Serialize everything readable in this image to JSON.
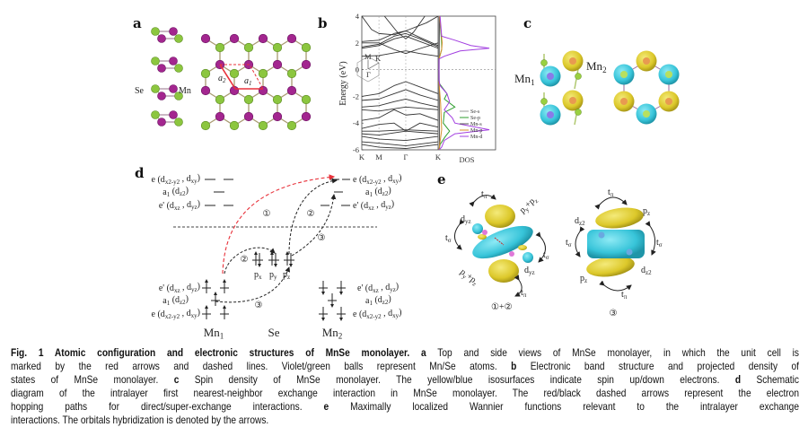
{
  "panels": {
    "a": {
      "label": "a",
      "side_labels": {
        "se": "Se",
        "mn": "Mn"
      },
      "vec_a1": {
        "base": "a",
        "sub": "1"
      },
      "vec_a2": {
        "base": "a",
        "sub": "2"
      },
      "colors": {
        "mn": "#a3268f",
        "se": "#8cc63f",
        "vector": "#e8313a"
      }
    },
    "b": {
      "label": "b",
      "inset": {
        "M": "M",
        "K": "K",
        "G": "Γ"
      },
      "dos_label": "DOS"
    },
    "c": {
      "label": "c",
      "mn1": {
        "base": "Mn",
        "sub": "1"
      },
      "mn2": {
        "base": "Mn",
        "sub": "2"
      },
      "colors": {
        "up": "#e1cf2a",
        "down": "#35c3d8"
      }
    },
    "d": {
      "label": "d",
      "upper_levels": [
        [
          {
            "t": "e (d"
          },
          {
            "s": "x2-y2"
          },
          {
            "t": " , d"
          },
          {
            "s": "xy"
          },
          {
            "t": ")"
          }
        ],
        [
          {
            "t": "a"
          },
          {
            "s": "1"
          },
          {
            "t": " (d"
          },
          {
            "s": "z2"
          },
          {
            "t": ")"
          }
        ],
        [
          {
            "t": "e' (d"
          },
          {
            "s": "xz"
          },
          {
            "t": " , d"
          },
          {
            "s": "yz"
          },
          {
            "t": ")"
          }
        ]
      ],
      "lower_levels": [
        [
          {
            "t": "e' (d"
          },
          {
            "s": "xz"
          },
          {
            "t": " , d"
          },
          {
            "s": "yz"
          },
          {
            "t": ")"
          }
        ],
        [
          {
            "t": "a"
          },
          {
            "s": "1"
          },
          {
            "t": " (d"
          },
          {
            "s": "z2"
          },
          {
            "t": ")"
          }
        ],
        [
          {
            "t": "e (d"
          },
          {
            "s": "x2-y2"
          },
          {
            "t": " , d"
          },
          {
            "s": "xy"
          },
          {
            "t": ")"
          }
        ]
      ],
      "p_orbitals": [
        [
          {
            "t": "p"
          },
          {
            "s": "x"
          }
        ],
        [
          {
            "t": "p"
          },
          {
            "s": "y"
          }
        ],
        [
          {
            "t": "p"
          },
          {
            "s": "z"
          }
        ]
      ],
      "sites": [
        [
          {
            "t": "Mn"
          },
          {
            "s": "1"
          }
        ],
        [
          {
            "t": "Se"
          }
        ],
        [
          {
            "t": "Mn"
          },
          {
            "s": "2"
          }
        ]
      ],
      "paths": {
        "direct": "①",
        "super_a": "②",
        "super_b": "③"
      },
      "colors": {
        "direct": "#e8313a",
        "super": "#222222"
      }
    },
    "e": {
      "label": "e",
      "wf1_labels": {
        "t_pi": [
          {
            "t": "t"
          },
          {
            "s": "π"
          }
        ],
        "p_yz": [
          {
            "t": "p"
          },
          {
            "s": "y"
          },
          {
            "t": "+p"
          },
          {
            "s": "z"
          }
        ],
        "d_yz": [
          {
            "t": "d"
          },
          {
            "s": "yz"
          }
        ],
        "t_sigma": [
          {
            "t": "t"
          },
          {
            "s": "σ"
          }
        ]
      },
      "wf2_labels": {
        "t_pi": [
          {
            "t": "t"
          },
          {
            "s": "π"
          }
        ],
        "p_z": [
          {
            "t": "p"
          },
          {
            "s": "z"
          }
        ],
        "d_z2": [
          {
            "t": "d"
          },
          {
            "s": "z2"
          }
        ],
        "t_sigma": [
          {
            "t": "t"
          },
          {
            "s": "σ"
          }
        ]
      },
      "wf1_caption_a": "①",
      "wf1_caption_b": "+②",
      "wf2_caption": "③"
    }
  },
  "chart_data": {
    "type": "line",
    "title": "Band structure and projected DOS of MnSe monolayer",
    "ylabel": "Energy (eV)",
    "xlabel": "",
    "ylim": [
      -6,
      4
    ],
    "yticks": [
      "4",
      "2",
      "0",
      "-2",
      "-4",
      "-6"
    ],
    "ytick_values": [
      4,
      2,
      0,
      -2,
      -4,
      -6
    ],
    "kpath": {
      "labels": [
        "K",
        "M",
        "Γ",
        "K"
      ],
      "positions": [
        0,
        0.53,
        1.36,
        2.36
      ]
    },
    "fermi_level": 0,
    "bands": [
      [
        [
          0,
          1.0
        ],
        [
          0.53,
          1.05
        ],
        [
          1.0,
          1.25
        ],
        [
          1.36,
          1.4
        ],
        [
          1.8,
          1.2
        ],
        [
          2.36,
          1.0
        ]
      ],
      [
        [
          0,
          1.6
        ],
        [
          0.53,
          1.8
        ],
        [
          1.0,
          2.3
        ],
        [
          1.36,
          2.5
        ],
        [
          1.8,
          2.1
        ],
        [
          2.36,
          1.6
        ]
      ],
      [
        [
          0,
          1.7
        ],
        [
          0.53,
          1.9
        ],
        [
          1.0,
          2.5
        ],
        [
          1.36,
          2.7
        ],
        [
          1.8,
          2.3
        ],
        [
          2.36,
          1.7
        ]
      ],
      [
        [
          0,
          2.0
        ],
        [
          0.53,
          2.0
        ],
        [
          1.0,
          1.5
        ],
        [
          1.36,
          1.2
        ],
        [
          1.7,
          1.5
        ],
        [
          2.36,
          2.0
        ]
      ],
      [
        [
          0,
          2.1
        ],
        [
          0.53,
          2.2
        ],
        [
          1.0,
          2.7
        ],
        [
          1.36,
          2.9
        ],
        [
          1.8,
          2.4
        ],
        [
          2.36,
          1.8
        ]
      ],
      [
        [
          0,
          4.0
        ],
        [
          0.3,
          3.0
        ],
        [
          0.53,
          2.7
        ],
        [
          1.0,
          2.6
        ],
        [
          1.36,
          2.9
        ],
        [
          2.0,
          3.5
        ],
        [
          2.36,
          4.0
        ]
      ],
      [
        [
          0.7,
          4.0
        ],
        [
          1.1,
          2.8
        ],
        [
          1.36,
          2.3
        ],
        [
          1.6,
          2.8
        ],
        [
          1.95,
          4.0
        ]
      ],
      [
        [
          0,
          -2.0
        ],
        [
          0.53,
          -1.8
        ],
        [
          1.0,
          -1.2
        ],
        [
          1.36,
          -0.9
        ],
        [
          1.8,
          -1.3
        ],
        [
          2.36,
          -1.8
        ]
      ],
      [
        [
          0,
          -2.3
        ],
        [
          0.53,
          -2.2
        ],
        [
          1.0,
          -1.8
        ],
        [
          1.36,
          -1.5
        ],
        [
          1.8,
          -1.9
        ],
        [
          2.36,
          -2.3
        ]
      ],
      [
        [
          0,
          -2.8
        ],
        [
          0.53,
          -2.7
        ],
        [
          1.0,
          -2.4
        ],
        [
          1.36,
          -2.2
        ],
        [
          1.8,
          -2.5
        ],
        [
          2.36,
          -2.8
        ]
      ],
      [
        [
          0,
          -3.0
        ],
        [
          0.53,
          -3.1
        ],
        [
          1.36,
          -2.8
        ],
        [
          2.36,
          -3.0
        ]
      ],
      [
        [
          0,
          -3.8
        ],
        [
          0.53,
          -3.6
        ],
        [
          1.0,
          -3.0
        ],
        [
          1.36,
          -3.4
        ],
        [
          1.8,
          -3.3
        ],
        [
          2.36,
          -3.8
        ]
      ],
      [
        [
          0,
          -4.4
        ],
        [
          0.53,
          -4.1
        ],
        [
          1.0,
          -4.0
        ],
        [
          1.36,
          -4.6
        ],
        [
          1.8,
          -4.0
        ],
        [
          2.36,
          -4.3
        ]
      ],
      [
        [
          0,
          -4.6
        ],
        [
          0.53,
          -4.6
        ],
        [
          1.36,
          -4.5
        ],
        [
          2.36,
          -4.6
        ]
      ],
      [
        [
          0,
          -4.8
        ],
        [
          0.53,
          -4.9
        ],
        [
          1.36,
          -4.6
        ],
        [
          2.36,
          -4.8
        ]
      ],
      [
        [
          0,
          -5.0
        ],
        [
          0.53,
          -5.2
        ],
        [
          1.36,
          -5.3
        ],
        [
          2.36,
          -5.0
        ]
      ],
      [
        [
          0,
          -5.4
        ],
        [
          0.53,
          -5.5
        ],
        [
          1.36,
          -5.7
        ],
        [
          2.36,
          -5.4
        ]
      ],
      [
        [
          0,
          -5.6
        ],
        [
          0.53,
          -5.8
        ],
        [
          1.36,
          -5.9
        ],
        [
          2.36,
          -5.6
        ]
      ]
    ],
    "dos": {
      "legend_position": "right",
      "series": [
        {
          "name": "Se-s",
          "color": "#9a9a9a",
          "points": [
            [
              4,
              0
            ],
            [
              -5.5,
              0.01
            ],
            [
              -6,
              0
            ]
          ]
        },
        {
          "name": "Se-p",
          "color": "#2f9e2f",
          "points": [
            [
              4,
              0.01
            ],
            [
              2,
              0.05
            ],
            [
              1.5,
              0.05
            ],
            [
              0.8,
              0
            ],
            [
              -1.0,
              0
            ],
            [
              -1.8,
              0.15
            ],
            [
              -2.2,
              0.1
            ],
            [
              -2.8,
              0.3
            ],
            [
              -3.2,
              0.1
            ],
            [
              -4.0,
              0.08
            ],
            [
              -4.6,
              0.2
            ],
            [
              -5.0,
              0.12
            ],
            [
              -5.6,
              0.02
            ],
            [
              -6,
              0
            ]
          ]
        },
        {
          "name": "Mn-s",
          "color": "#555555",
          "points": [
            [
              4,
              0.01
            ],
            [
              0,
              0
            ],
            [
              -6,
              0.01
            ]
          ]
        },
        {
          "name": "Mn-p",
          "color": "#d7902a",
          "points": [
            [
              4,
              0.01
            ],
            [
              2,
              0.06
            ],
            [
              1.5,
              0.05
            ],
            [
              0.8,
              0
            ],
            [
              -1,
              0
            ],
            [
              -2.5,
              0.03
            ],
            [
              -4.5,
              0.05
            ],
            [
              -6,
              0
            ]
          ]
        },
        {
          "name": "Mn-d",
          "color": "#a23fe0",
          "points": [
            [
              4,
              0.02
            ],
            [
              2.5,
              0.05
            ],
            [
              2.2,
              0.3
            ],
            [
              1.8,
              0.6
            ],
            [
              1.6,
              0.95
            ],
            [
              1.4,
              0.4
            ],
            [
              1.0,
              0.1
            ],
            [
              0.8,
              0
            ],
            [
              -0.8,
              0
            ],
            [
              -1.2,
              0.02
            ],
            [
              -1.8,
              0.15
            ],
            [
              -2.4,
              0.2
            ],
            [
              -3.0,
              0.1
            ],
            [
              -3.6,
              0.25
            ],
            [
              -4.0,
              0.3
            ],
            [
              -4.5,
              0.95
            ],
            [
              -4.8,
              0.3
            ],
            [
              -5.3,
              0.1
            ],
            [
              -5.8,
              0.05
            ],
            [
              -6,
              0
            ]
          ]
        }
      ]
    }
  },
  "caption": {
    "lines": [
      [
        {
          "t": "Fig. 1    Atomic configuration and electronic structures of MnSe monolayer. a",
          "b": true
        },
        {
          "t": " Top and side views of MnSe monolayer, in which the unit cell is"
        }
      ],
      [
        {
          "t": "marked by the red arrows and dashed lines. Violet/green balls represent Mn/Se atoms. "
        },
        {
          "t": "b",
          "b": true
        },
        {
          "t": " Electronic band structure and projected density of"
        }
      ],
      [
        {
          "t": "states of MnSe monolayer. "
        },
        {
          "t": "c",
          "b": true
        },
        {
          "t": " Spin density of MnSe monolayer. The yellow/blue isosurfaces indicate spin up/down electrons. "
        },
        {
          "t": "d",
          "b": true
        },
        {
          "t": " Schematic"
        }
      ],
      [
        {
          "t": "diagram of the intralayer first nearest-neighbor exchange interaction in MnSe monolayer. The red/black dashed arrows represent the electron"
        }
      ],
      [
        {
          "t": "hopping paths for direct/super-exchange interactions. "
        },
        {
          "t": "e",
          "b": true
        },
        {
          "t": " Maximally localized Wannier functions relevant to the intralayer exchange"
        }
      ],
      [
        {
          "t": "interactions. The orbitals hybridization is denoted by the arrows."
        }
      ]
    ]
  }
}
